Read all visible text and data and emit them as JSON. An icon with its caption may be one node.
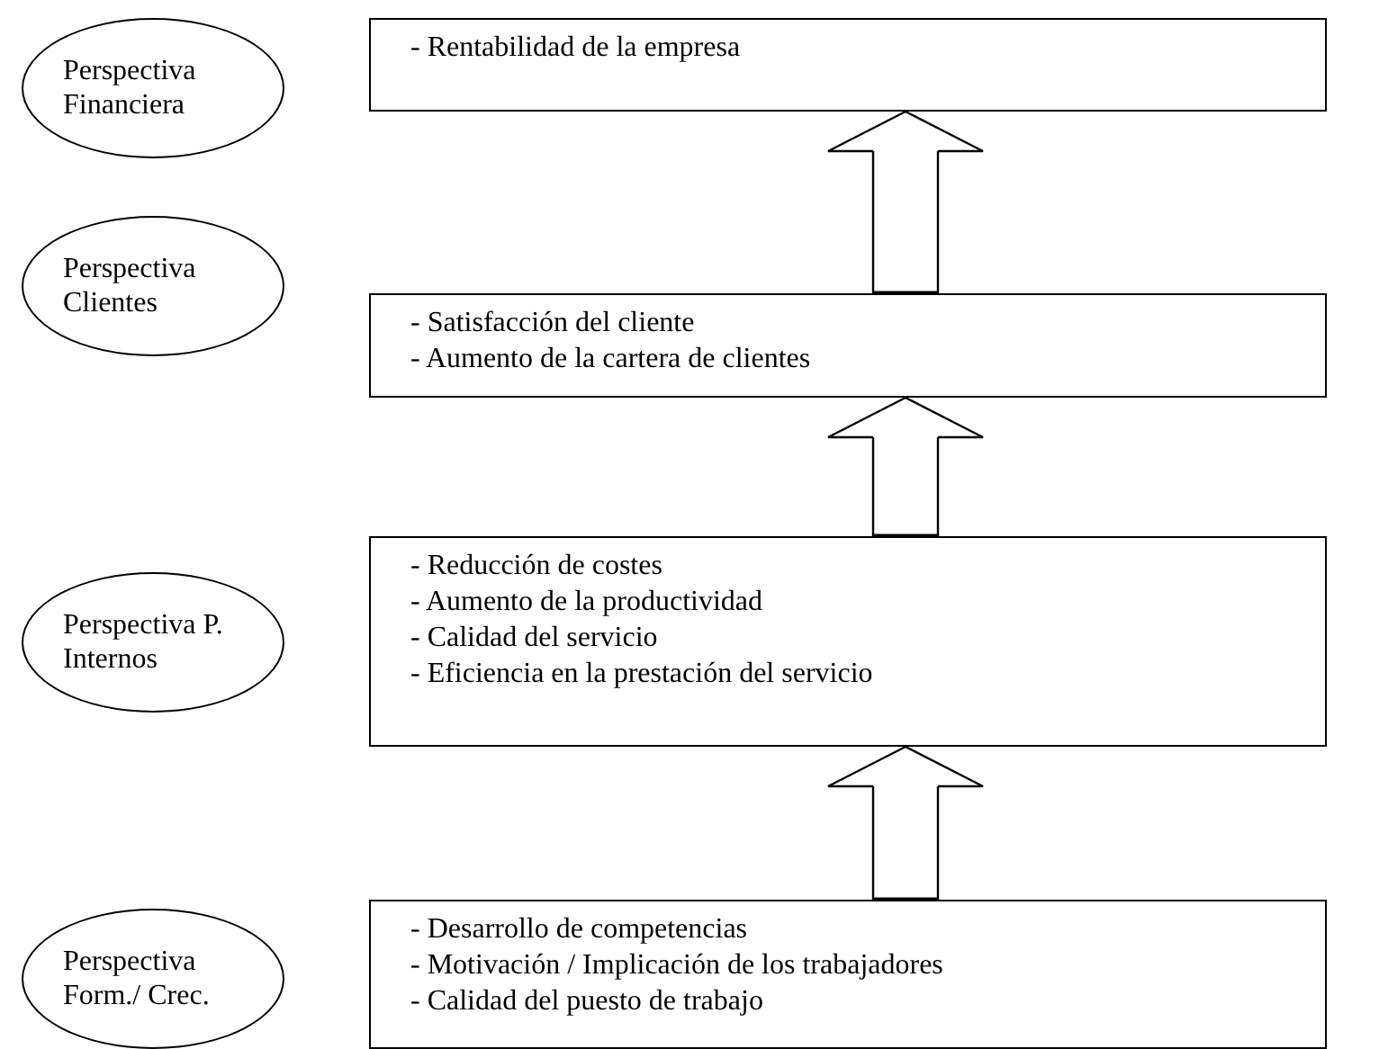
{
  "diagram": {
    "nodes": [
      {
        "text": [
          "Perspectiva Financiera"
        ]
      },
      {
        "text": [
          "- Rentabilidad de la empresa"
        ]
      },
      {
        "text": [
          "Perspectiva Clientes"
        ]
      },
      {
        "text": [
          "- Satisfacción del cliente",
          "- Aumento de la cartera de clientes"
        ]
      },
      {
        "text": [
          "Perspectiva P. Internos"
        ]
      },
      {
        "text": [
          "- Reducción de costes",
          "- Aumento de la productividad",
          "- Calidad del servicio",
          "- Eficiencia en la prestación del servicio"
        ]
      },
      {
        "text": [
          "Perspectiva Form./ Crec."
        ]
      },
      {
        "text": [
          "- Desarrollo de competencias",
          "- Motivación / Implicación de los trabajadores",
          "- Calidad del puesto de trabajo"
        ]
      }
    ],
    "edges": [
      {
        "from": 7,
        "to": 5,
        "arrow": "to"
      },
      {
        "from": 5,
        "to": 3,
        "arrow": "to"
      },
      {
        "from": 3,
        "to": 1,
        "arrow": "to"
      }
    ]
  }
}
